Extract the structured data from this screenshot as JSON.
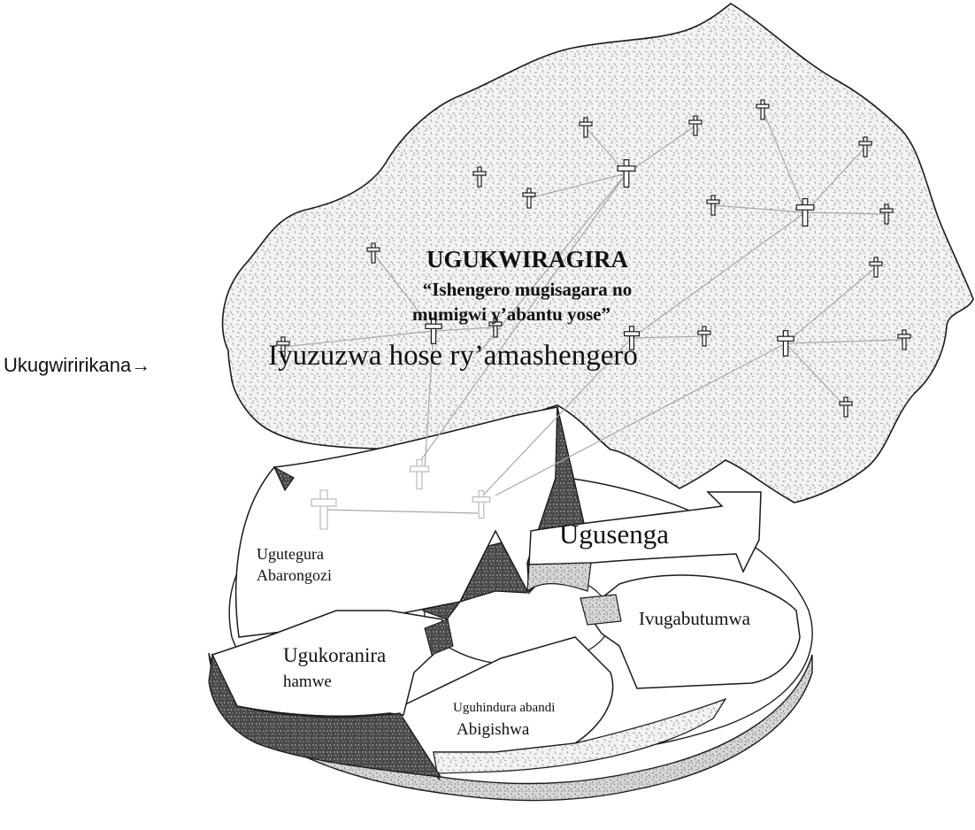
{
  "side_label": "Ukugwiririkana→",
  "cloud": {
    "title": "UGUKWIRAGIRA",
    "subtitle_line1": "“Ishengero mugisagara no",
    "subtitle_line2": "mumigwi y’abantu yose”",
    "caption": "Iyuzuzwa hose ry’amashengero"
  },
  "cycle": {
    "ugusenga": "Ugusenga",
    "ivugabutumwa": "Ivugabutumwa",
    "uguhindura_line1": "Uguhindura abandi",
    "uguhindura_line2": "Abigishwa",
    "ugukoranira_line1": "Ugukoranira",
    "ugukoranira_line2": "hamwe",
    "ugutegura_line1": "Ugutegura",
    "ugutegura_line2": "Abarongozi"
  },
  "colors": {
    "outline": "#1a1a1a",
    "cloud_fill": "#f2f2f2",
    "speckle_light": "#bcbcbc",
    "speckle_dark": "#2e2e2e",
    "arrow_face": "#ffffff",
    "network_line": "#a8a8a8"
  },
  "icons": [
    "cross-icon"
  ]
}
